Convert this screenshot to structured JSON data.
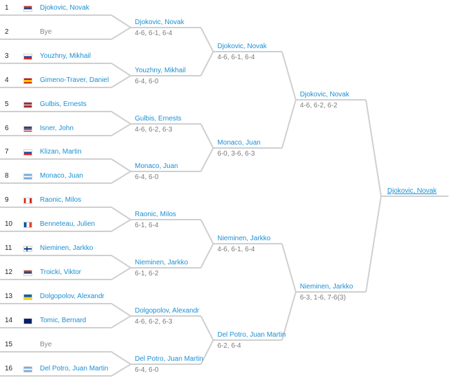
{
  "round1": [
    {
      "seed": "1",
      "name": "Djokovic, Novak",
      "flag": "srb"
    },
    {
      "seed": "2",
      "name": "Bye",
      "flag": null,
      "bye": true
    },
    {
      "seed": "3",
      "name": "Youzhny, Mikhail",
      "flag": "rus"
    },
    {
      "seed": "4",
      "name": "Gimeno-Traver, Daniel",
      "flag": "esp"
    },
    {
      "seed": "5",
      "name": "Gulbis, Ernests",
      "flag": "lat"
    },
    {
      "seed": "6",
      "name": "Isner, John",
      "flag": "usa"
    },
    {
      "seed": "7",
      "name": "Klizan, Martin",
      "flag": "svk"
    },
    {
      "seed": "8",
      "name": "Monaco, Juan",
      "flag": "arg"
    },
    {
      "seed": "9",
      "name": "Raonic, Milos",
      "flag": "can"
    },
    {
      "seed": "10",
      "name": "Benneteau, Julien",
      "flag": "fra"
    },
    {
      "seed": "11",
      "name": "Nieminen, Jarkko",
      "flag": "fin"
    },
    {
      "seed": "12",
      "name": "Troicki, Viktor",
      "flag": "srb"
    },
    {
      "seed": "13",
      "name": "Dolgopolov, Alexandr",
      "flag": "ukr"
    },
    {
      "seed": "14",
      "name": "Tomic, Bernard",
      "flag": "aus"
    },
    {
      "seed": "15",
      "name": "Bye",
      "flag": null,
      "bye": true
    },
    {
      "seed": "16",
      "name": "Del Potro, Juan Martin",
      "flag": "arg"
    }
  ],
  "round2": [
    {
      "name": "Djokovic, Novak",
      "score": "4-6, 6-1, 6-4"
    },
    {
      "name": "Youzhny, Mikhail",
      "score": "6-4, 6-0"
    },
    {
      "name": "Gulbis, Ernests",
      "score": "4-6, 6-2, 6-3"
    },
    {
      "name": "Monaco, Juan",
      "score": "6-4, 6-0"
    },
    {
      "name": "Raonic, Milos",
      "score": "6-1, 6-4"
    },
    {
      "name": "Nieminen, Jarkko",
      "score": "6-1, 6-2"
    },
    {
      "name": "Dolgopolov, Alexandr",
      "score": "4-6, 6-2, 6-3"
    },
    {
      "name": "Del Potro, Juan Martin",
      "score": "6-4, 6-0"
    }
  ],
  "quarterfinals": [
    {
      "name": "Djokovic, Novak",
      "score": "4-6, 6-1, 6-4"
    },
    {
      "name": "Monaco, Juan",
      "score": "6-0, 3-6, 6-3"
    },
    {
      "name": "Nieminen, Jarkko",
      "score": "4-6, 6-1, 6-4"
    },
    {
      "name": "Del Potro, Juan Martin",
      "score": "6-2, 6-4"
    }
  ],
  "semifinals": [
    {
      "name": "Djokovic, Novak",
      "score": "4-6, 6-2, 6-2"
    },
    {
      "name": "Nieminen, Jarkko",
      "score": "6-3, 1-6, 7-6(3)"
    }
  ],
  "champion": {
    "name": "Djokovic, Novak"
  },
  "colors": {
    "link": "#1b8fd3",
    "line": "#cfcfcf",
    "score": "#7a7a7a"
  }
}
